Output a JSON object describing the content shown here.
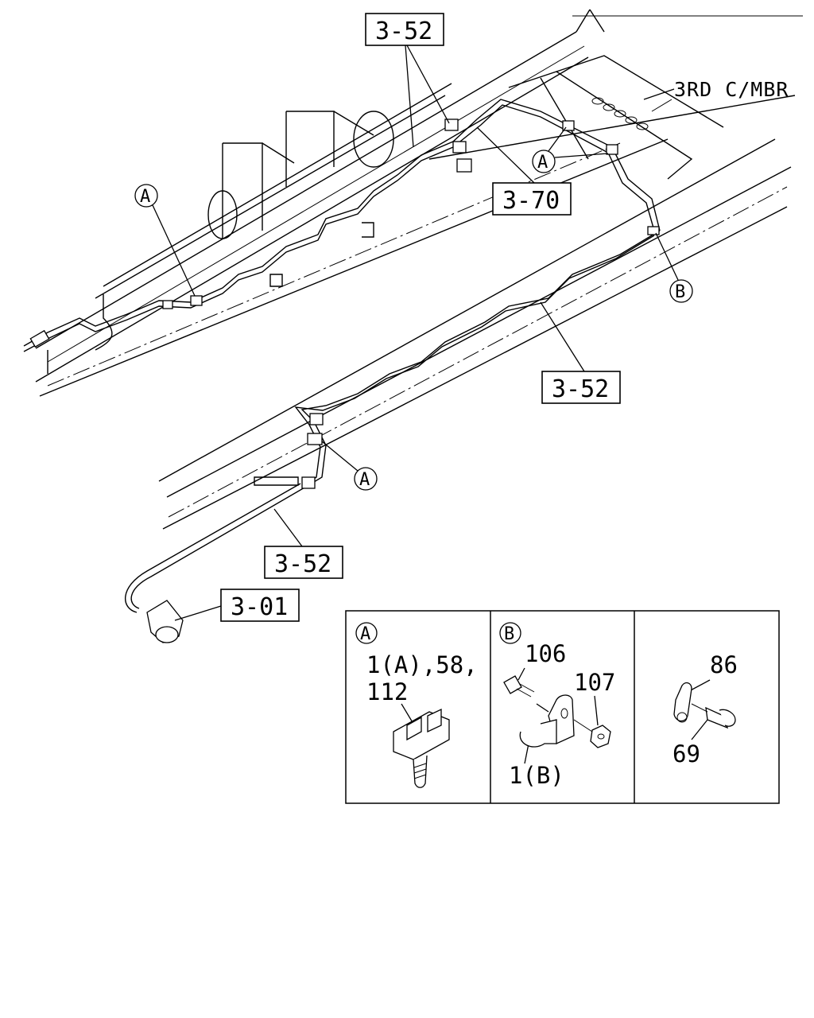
{
  "labels": {
    "cross_member": "3RD C/MBR"
  },
  "references": [
    {
      "id": "ref-top",
      "text": "3-52"
    },
    {
      "id": "ref-mid",
      "text": "3-70"
    },
    {
      "id": "ref-right",
      "text": "3-52"
    },
    {
      "id": "ref-lower",
      "text": "3-52"
    },
    {
      "id": "ref-bottom",
      "text": "3-01"
    }
  ],
  "callouts": {
    "a": "A",
    "b": "B"
  },
  "details": {
    "a": {
      "marker": "A",
      "line1": "1(A),58,",
      "line2": "112"
    },
    "b": {
      "marker": "B",
      "bolt": "106",
      "nut": "107",
      "bracket": "1(B)"
    },
    "c": {
      "clip": "86",
      "bolt": "69"
    }
  }
}
